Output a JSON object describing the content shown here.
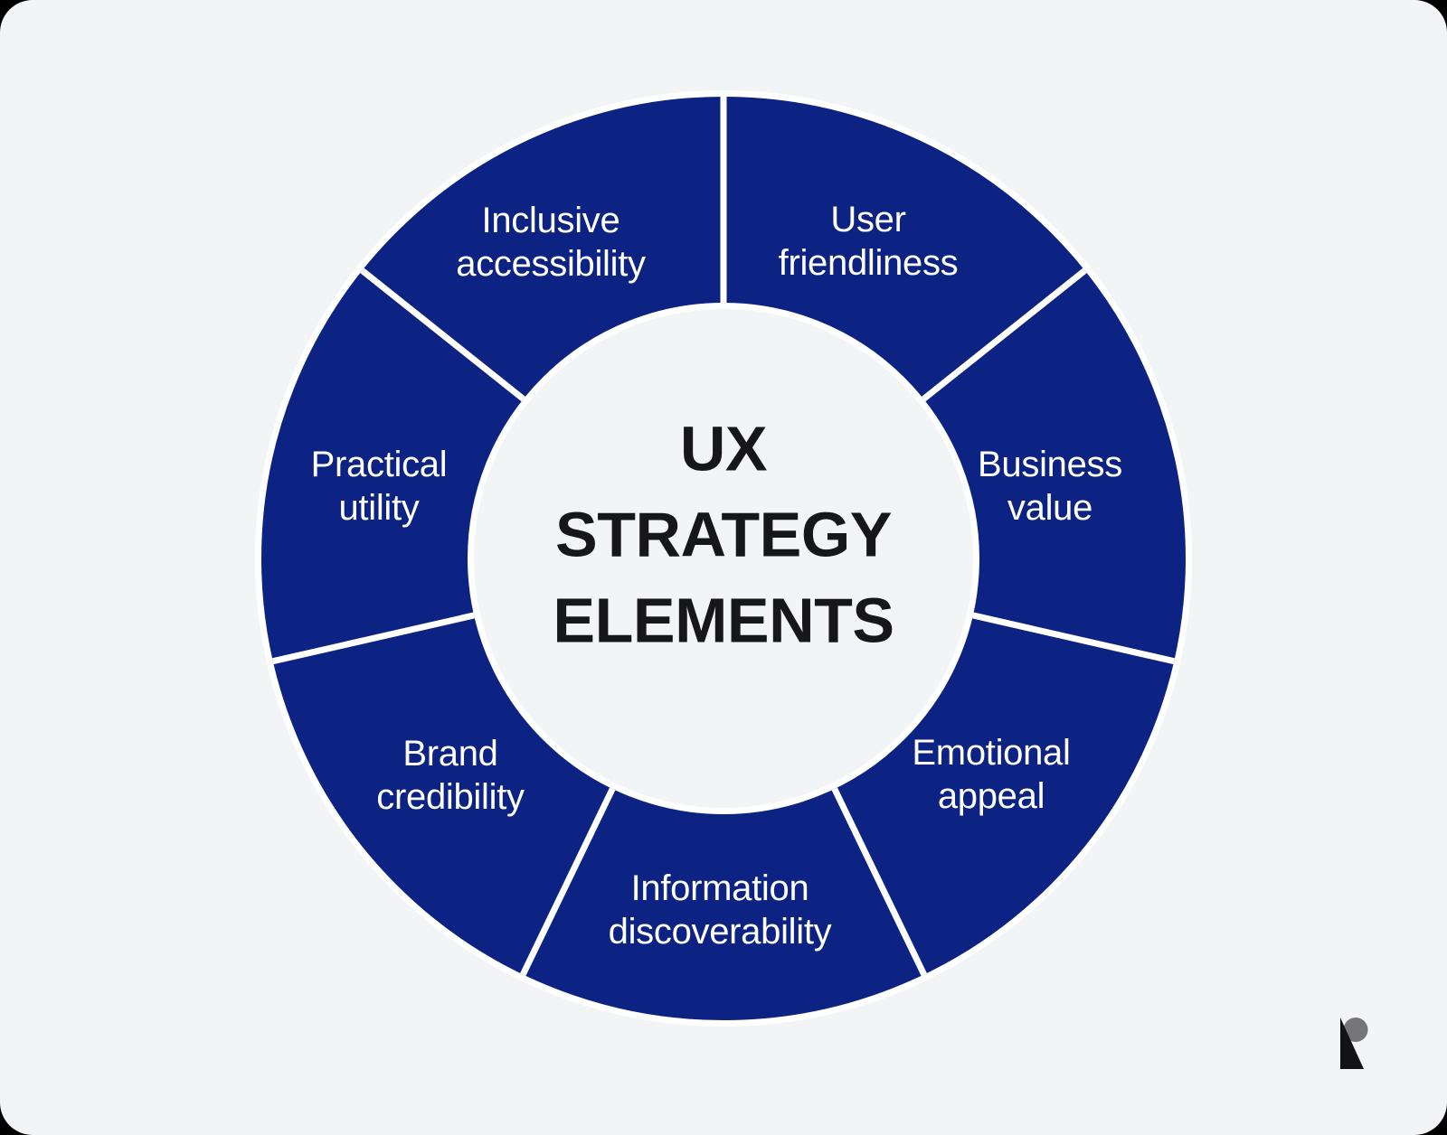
{
  "background": {
    "canvas_color": "#f3f4f6",
    "outside_color": "#000000"
  },
  "center": {
    "title": "UX STRATEGY ELEMENTS",
    "title_lines": [
      "UX",
      "STRATEGY",
      "ELEMENTS"
    ],
    "text_color": "#17171b"
  },
  "donut": {
    "ring_color": "#0d2383",
    "divider_color": "#ffffff",
    "halo_color": "#ffffff",
    "label_color": "#ffffff",
    "segments": [
      {
        "label": "User friendliness",
        "lines": [
          "User",
          "friendliness"
        ]
      },
      {
        "label": "Business value",
        "lines": [
          "Business",
          "value"
        ]
      },
      {
        "label": "Emotional appeal",
        "lines": [
          "Emotional",
          "appeal"
        ]
      },
      {
        "label": "Information discoverability",
        "lines": [
          "Information",
          "discoverability"
        ]
      },
      {
        "label": "Brand credibility",
        "lines": [
          "Brand",
          "credibility"
        ]
      },
      {
        "label": "Practical utility",
        "lines": [
          "Practical",
          "utility"
        ]
      },
      {
        "label": "Inclusive accessibility",
        "lines": [
          "Inclusive",
          "accessibility"
        ]
      }
    ]
  },
  "logo": {
    "name": "r-logo-mark",
    "dark_color": "#131317",
    "gray_color": "#76767a"
  }
}
